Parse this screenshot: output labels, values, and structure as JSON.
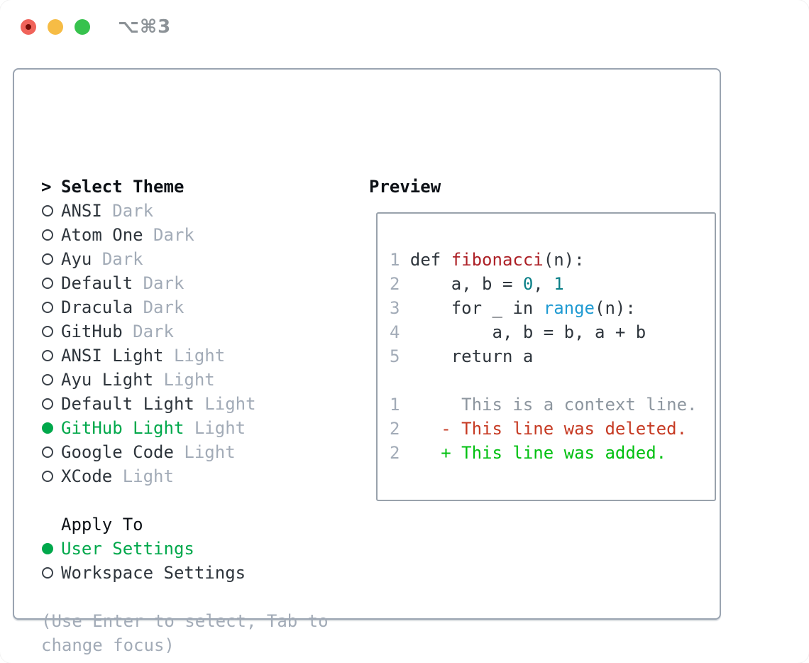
{
  "window": {
    "title": "⌥⌘3"
  },
  "colors": {
    "accent_green": "#00a84b",
    "header_black": "#0d1116",
    "text_dark": "#2e353c",
    "muted_gray": "#a2abb7",
    "ln_gray": "#a2abb7",
    "panel_border": "#9aa4b1",
    "preview_border": "#99a2ac",
    "fn_red": "#ad2127",
    "num_teal": "#0a7f87",
    "call_blue": "#1f9ad2",
    "ctx_gray": "#8d969f",
    "del_red": "#c63a23",
    "add_green": "#00c010",
    "title_gray": "#8c9297",
    "tl_red": "#f0635a",
    "tl_red_dot": "#740c06",
    "tl_yellow": "#f6bc45",
    "tl_green": "#37c24d"
  },
  "theme_picker": {
    "prompt": ">",
    "header": "Select Theme",
    "items": [
      {
        "name": "ANSI",
        "variant": "Dark",
        "selected": false
      },
      {
        "name": "Atom One",
        "variant": "Dark",
        "selected": false
      },
      {
        "name": "Ayu",
        "variant": "Dark",
        "selected": false
      },
      {
        "name": "Default",
        "variant": "Dark",
        "selected": false
      },
      {
        "name": "Dracula",
        "variant": "Dark",
        "selected": false
      },
      {
        "name": "GitHub",
        "variant": "Dark",
        "selected": false
      },
      {
        "name": "ANSI Light",
        "variant": "Light",
        "selected": false
      },
      {
        "name": "Ayu Light",
        "variant": "Light",
        "selected": false
      },
      {
        "name": "Default Light",
        "variant": "Light",
        "selected": false
      },
      {
        "name": "GitHub Light",
        "variant": "Light",
        "selected": true
      },
      {
        "name": "Google Code",
        "variant": "Light",
        "selected": false
      },
      {
        "name": "XCode",
        "variant": "Light",
        "selected": false
      }
    ]
  },
  "apply_to": {
    "header": "Apply To",
    "options": [
      {
        "label": "User Settings",
        "selected": true
      },
      {
        "label": "Workspace Settings",
        "selected": false
      }
    ]
  },
  "hint_lines": [
    "(Use Enter to select, Tab to",
    "change focus)"
  ],
  "preview": {
    "header": "Preview",
    "code_lines": [
      {
        "segments": [
          {
            "t": "1",
            "c": "ln"
          },
          {
            "t": " def ",
            "c": "tx"
          },
          {
            "t": "fibonacci",
            "c": "fn"
          },
          {
            "t": "(n):",
            "c": "tx"
          }
        ]
      },
      {
        "segments": [
          {
            "t": "2",
            "c": "ln"
          },
          {
            "t": "     a, b = ",
            "c": "tx"
          },
          {
            "t": "0",
            "c": "num"
          },
          {
            "t": ", ",
            "c": "tx"
          },
          {
            "t": "1",
            "c": "num"
          }
        ]
      },
      {
        "segments": [
          {
            "t": "3",
            "c": "ln"
          },
          {
            "t": "     for _ in ",
            "c": "tx"
          },
          {
            "t": "range",
            "c": "call"
          },
          {
            "t": "(n):",
            "c": "tx"
          }
        ]
      },
      {
        "segments": [
          {
            "t": "4",
            "c": "ln"
          },
          {
            "t": "         a, b = b, a + b",
            "c": "tx"
          }
        ]
      },
      {
        "segments": [
          {
            "t": "5",
            "c": "ln"
          },
          {
            "t": "     return a",
            "c": "tx"
          }
        ]
      },
      {
        "segments": []
      },
      {
        "segments": [
          {
            "t": "1",
            "c": "ln"
          },
          {
            "t": "      This is a context line.",
            "c": "ctx"
          }
        ]
      },
      {
        "segments": [
          {
            "t": "2",
            "c": "ln"
          },
          {
            "t": "    - This line was deleted.",
            "c": "del"
          }
        ]
      },
      {
        "segments": [
          {
            "t": "2",
            "c": "ln"
          },
          {
            "t": "    + This line was added.",
            "c": "add"
          }
        ]
      }
    ]
  }
}
